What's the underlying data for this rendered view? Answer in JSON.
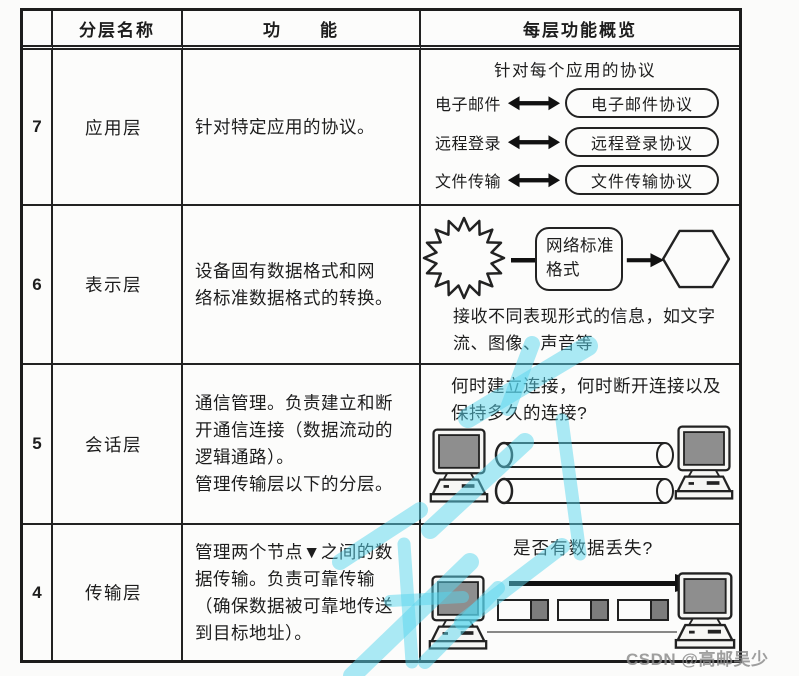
{
  "header": {
    "col_layer": "分层名称",
    "col_function": "功　　能",
    "col_overview": "每层功能概览"
  },
  "rows": [
    {
      "number": "7",
      "name": "应用层",
      "function": "针对特定应用的协议。"
    },
    {
      "number": "6",
      "name": "表示层",
      "function": "设备固有数据格式和网\n络标准数据格式的转换。"
    },
    {
      "number": "5",
      "name": "会话层",
      "function": "通信管理。负责建立和断\n开通信连接（数据流动的\n逻辑通路）。\n管理传输层以下的分层。"
    },
    {
      "number": "4",
      "name": "传输层",
      "function": "管理两个节点▼之间的数\n据传输。负责可靠传输\n（确保数据被可靠地传送\n到目标地址）。"
    }
  ],
  "overview": {
    "application": {
      "title": "针对每个应用的协议",
      "items": [
        {
          "label": "电子邮件",
          "protocol": "电子邮件协议"
        },
        {
          "label": "远程登录",
          "protocol": "远程登录协议"
        },
        {
          "label": "文件传输",
          "protocol": "文件传输协议"
        }
      ]
    },
    "presentation": {
      "box": "网络标准\n格式",
      "caption": "接收不同表现形式的信息，如文字\n流、图像、声音等"
    },
    "session": {
      "question": "何时建立连接，何时断开连接以及\n保持多久的连接?"
    },
    "transport": {
      "question": "是否有数据丢失?"
    }
  },
  "watermarks": {
    "csdn": "CSDN @高邮吴少"
  },
  "colors": {
    "ink": "#1d1d1d",
    "paper": "#fcfcfb",
    "watermark_cyan": "#58d5ee",
    "watermark_gray": "#878787",
    "packet_fill": "#7d7d7d",
    "screen_fill": "#8e8e8e"
  }
}
